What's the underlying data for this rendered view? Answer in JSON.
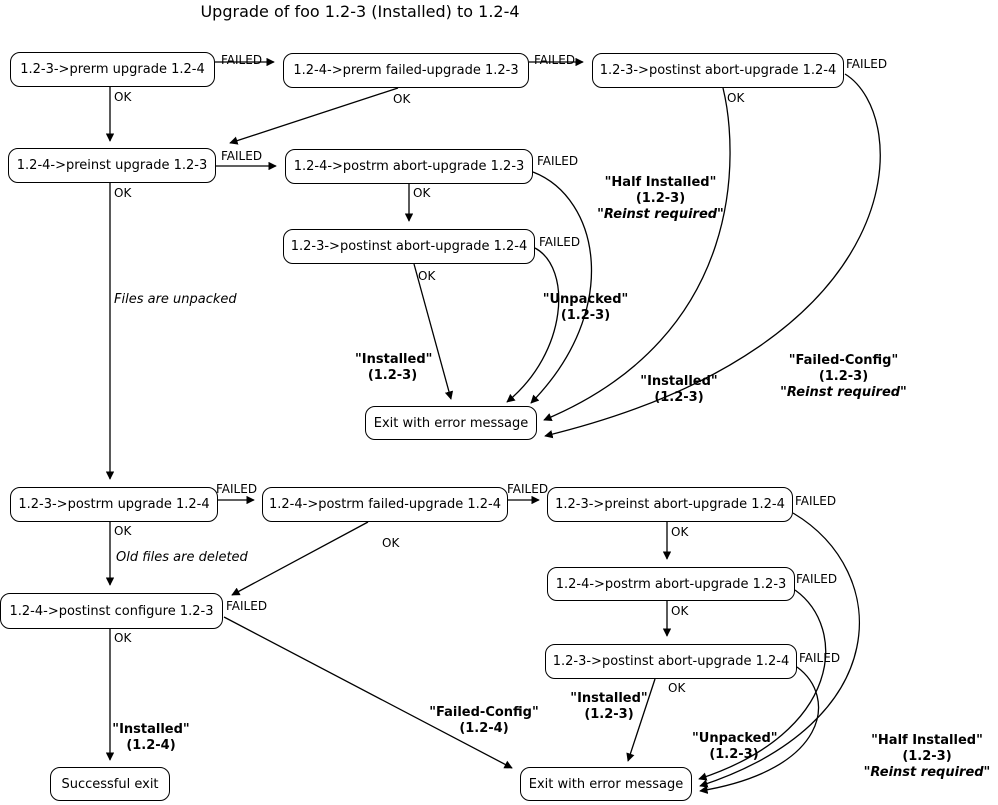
{
  "title": "Upgrade of foo 1.2-3 (Installed) to 1.2-4",
  "nodes": {
    "prerm_upgrade": "1.2-3->prerm upgrade 1.2-4",
    "prerm_failed_upgrade": "1.2-4->prerm failed-upgrade 1.2-3",
    "postinst_abort_top": "1.2-3->postinst abort-upgrade 1.2-4",
    "preinst_upgrade": "1.2-4->preinst upgrade 1.2-3",
    "postrm_abort_upper": "1.2-4->postrm abort-upgrade 1.2-3",
    "postinst_abort_mid": "1.2-3->postinst abort-upgrade 1.2-4",
    "exit_error_upper": "Exit with error message",
    "postrm_upgrade": "1.2-3->postrm upgrade 1.2-4",
    "postrm_failed_upgrade": "1.2-4->postrm failed-upgrade 1.2-4",
    "preinst_abort": "1.2-3->preinst abort-upgrade 1.2-4",
    "postrm_abort_lower": "1.2-4->postrm abort-upgrade 1.2-3",
    "postinst_configure": "1.2-4->postinst configure 1.2-3",
    "postinst_abort_lower": "1.2-3->postinst abort-upgrade 1.2-4",
    "successful_exit": "Successful exit",
    "exit_error_lower": "Exit with error message"
  },
  "edge_labels": {
    "failed": "FAILED",
    "ok": "OK",
    "files_unpacked": "Files are unpacked",
    "old_files_deleted": "Old files are deleted"
  },
  "status_labels": {
    "half_installed_13": {
      "l1": "\"Half Installed\"",
      "l2": "(1.2-3)",
      "l3": "\"Reinst required\""
    },
    "unpacked_13": {
      "l1": "\"Unpacked\"",
      "l2": "(1.2-3)"
    },
    "installed_13": {
      "l1": "\"Installed\"",
      "l2": "(1.2-3)"
    },
    "installed_14": {
      "l1": "\"Installed\"",
      "l2": "(1.2-4)"
    },
    "failed_config_13": {
      "l1": "\"Failed-Config\"",
      "l2": "(1.2-3)",
      "l3": "\"Reinst required\""
    },
    "failed_config_14": {
      "l1": "\"Failed-Config\"",
      "l2": "(1.2-4)"
    }
  }
}
